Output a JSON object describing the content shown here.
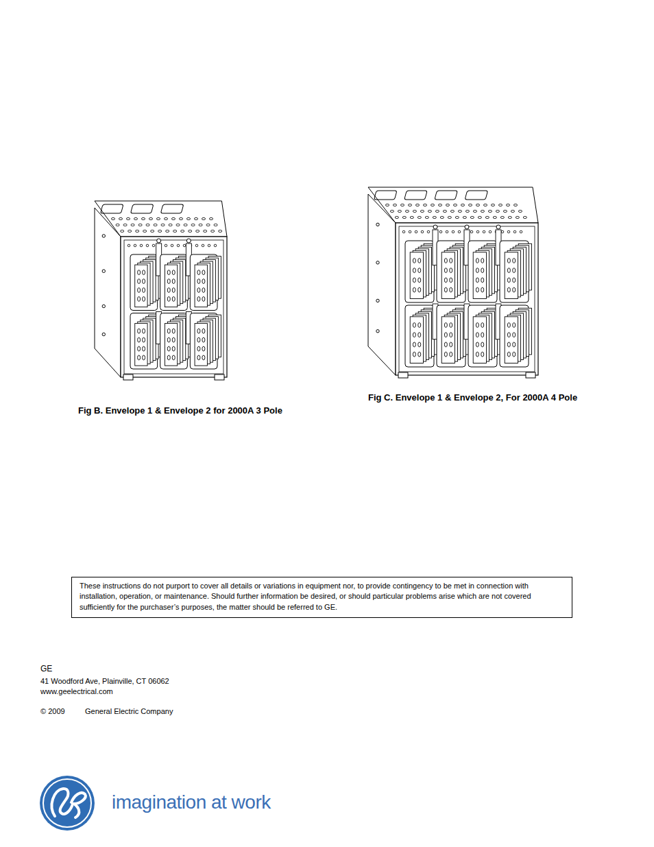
{
  "diagram": {
    "nodes": [
      {
        "text": [
          "These instructions do not purport to cover all details or variations in equipment nor, to provide contingency to be met in connection with installation, operation, or maintenance.  Should further information be desired, or should particular problems arise which are not covered sufficiently for the purchaser’s purposes, the matter should be referred to GE."
        ]
      }
    ],
    "labels": [
      "Fig B. Envelope 1 & Envelope 2 for 2000A 3 Pole",
      "Fig C. Envelope 1 & Envelope 2, For 2000A 4 Pole",
      "GE",
      "41 Woodford Ave, Plainville, CT 06062",
      "www.geelectrical.com",
      "© 2009",
      "General Electric Company",
      "imagination at work"
    ]
  }
}
